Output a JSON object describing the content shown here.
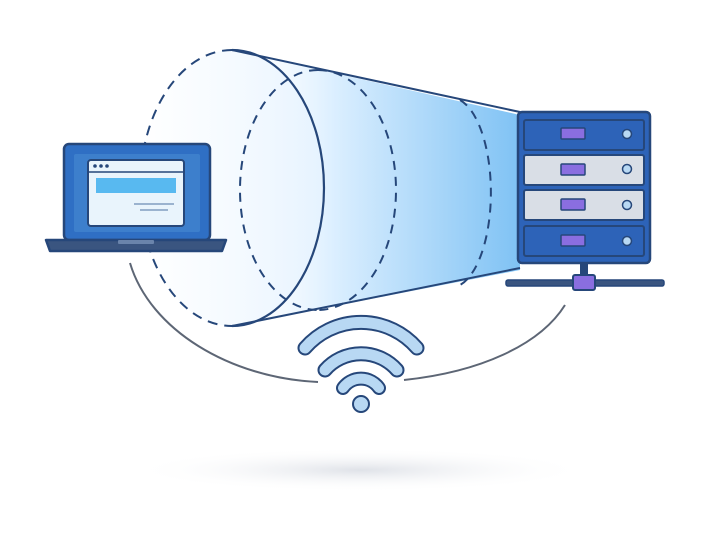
{
  "diagram": {
    "nodes": [
      {
        "id": "laptop",
        "icon": "laptop-icon"
      },
      {
        "id": "server",
        "icon": "server-rack-icon"
      }
    ],
    "connections": [
      {
        "from": "laptop",
        "to": "server",
        "style": "encrypted-tunnel",
        "icon": "tunnel-cone"
      },
      {
        "from": "laptop",
        "to": "server",
        "style": "wireless-arc",
        "icon": "wifi-icon"
      }
    ],
    "server": {
      "units": 4
    },
    "colors": {
      "outline": "#26477a",
      "device_blue": "#2f6fc4",
      "server_blue": "#2d63b8",
      "screen_blue": "#58b9f0",
      "tunnel_light": "#dcefff",
      "tunnel_mid": "#8fc9f5",
      "wifi": "#b8d8f3",
      "purple_led": "#8a6ee0",
      "arc_gray": "#5d6675",
      "shadow": "#e7e9ee"
    }
  }
}
